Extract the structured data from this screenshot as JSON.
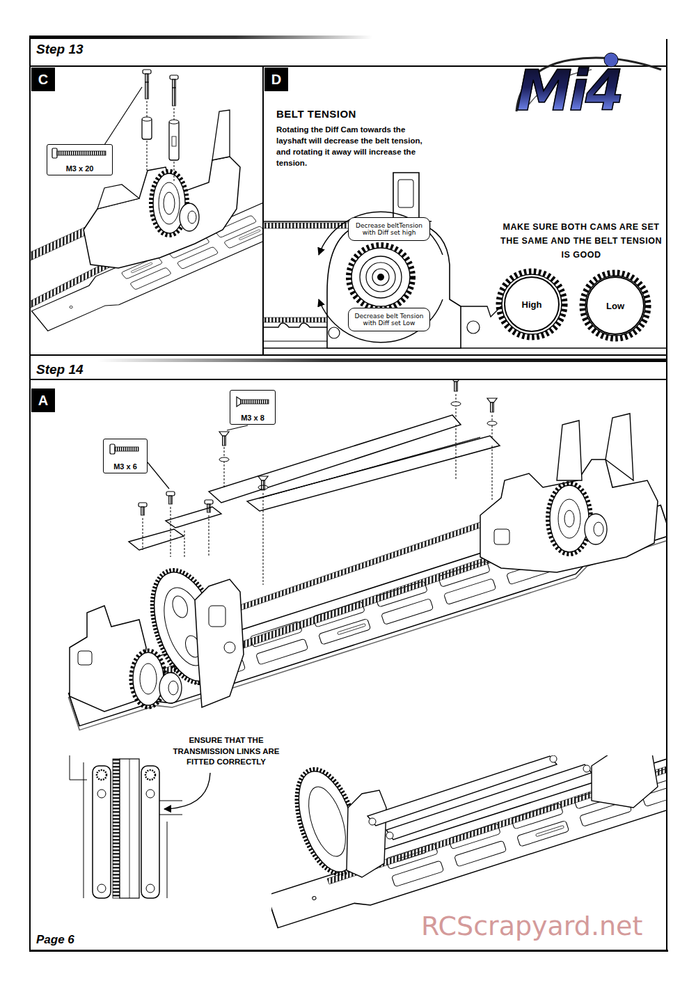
{
  "diagram": {
    "nodes": [
      {
        "text": [
          "C"
        ]
      },
      {
        "text": [
          "M3 x 20"
        ]
      },
      {
        "text": [
          "D"
        ]
      },
      {
        "text": [
          "Decrease beltTension with Diff set high"
        ]
      },
      {
        "text": [
          "Decrease belt Tension with Diff set Low"
        ]
      },
      {
        "text": [
          "High"
        ]
      },
      {
        "text": [
          "Low"
        ]
      },
      {
        "text": [
          "A"
        ]
      },
      {
        "text": [
          "M3 x 8"
        ]
      },
      {
        "text": [
          "M3 x 6"
        ]
      }
    ],
    "labels": [
      "Step 13",
      "BELT TENSION",
      "Rotating the Diff Cam towards the layshaft will decrease the belt tension, and rotating it away will increase the tension.",
      "MAKE SURE BOTH CAMS ARE SET THE SAME AND THE BELT TENSION IS GOOD",
      "Mi4",
      "Step 14",
      "ENSURE THAT THE TRANSMISSION LINKS ARE FITTED CORRECTLY",
      "Page 6",
      "RCScrapyard.net"
    ]
  }
}
